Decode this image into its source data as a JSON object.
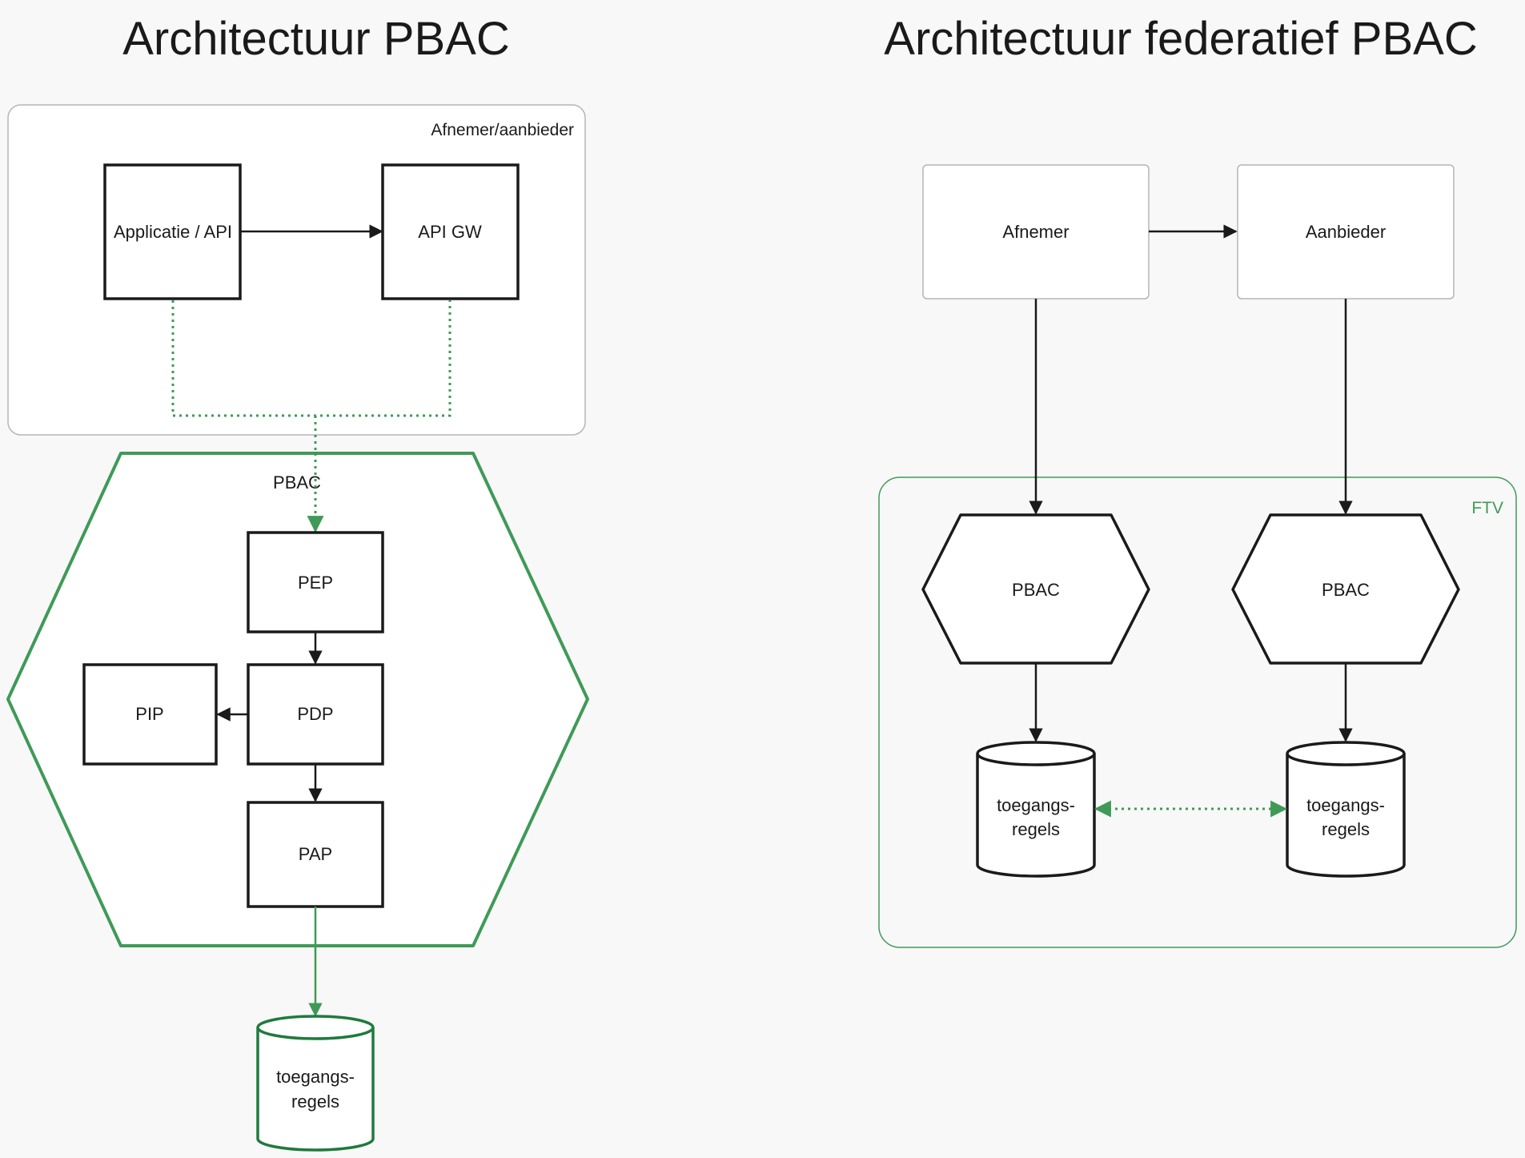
{
  "left": {
    "title": "Architectuur PBAC",
    "container_label": "Afnemer/aanbieder",
    "app_label": "Applicatie / API",
    "gw_label": "API GW",
    "pbac_label": "PBAC",
    "pep_label": "PEP",
    "pdp_label": "PDP",
    "pip_label": "PIP",
    "pap_label": "PAP",
    "store_line1": "toegangs-",
    "store_line2": "regels"
  },
  "right": {
    "title": "Architectuur federatief PBAC",
    "afnemer_label": "Afnemer",
    "aanbieder_label": "Aanbieder",
    "ftv_label": "FTV",
    "pbac_left_label": "PBAC",
    "pbac_right_label": "PBAC",
    "store_left_line1": "toegangs-",
    "store_left_line2": "regels",
    "store_right_line1": "toegangs-",
    "store_right_line2": "regels"
  },
  "colors": {
    "green": "#3f9a57",
    "dark_green": "#1f7a3d",
    "black": "#1a1a1a",
    "gray_border": "#b5b5b5",
    "background": "#f8f8f8"
  }
}
